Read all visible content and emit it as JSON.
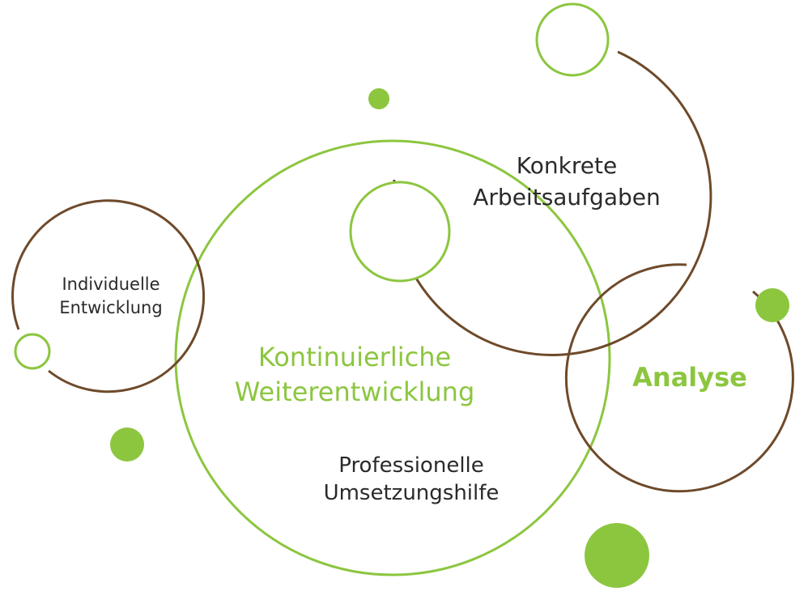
{
  "colors": {
    "brown": "#6e4a2a",
    "green": "#8cc63f",
    "text": "#2a2a2a",
    "background": "#ffffff"
  },
  "labels": {
    "konkrete": {
      "line1": "Konkrete",
      "line2": "Arbeitsaufgaben"
    },
    "individuelle": {
      "line1": "Individuelle",
      "line2": "Entwicklung"
    },
    "kontinuierliche": {
      "line1": "Kontinuierliche",
      "line2": "Weiterentwicklung"
    },
    "professionelle": {
      "line1": "Professionelle",
      "line2": "Umsetzungshilfe"
    },
    "analyse": "Analyse"
  }
}
